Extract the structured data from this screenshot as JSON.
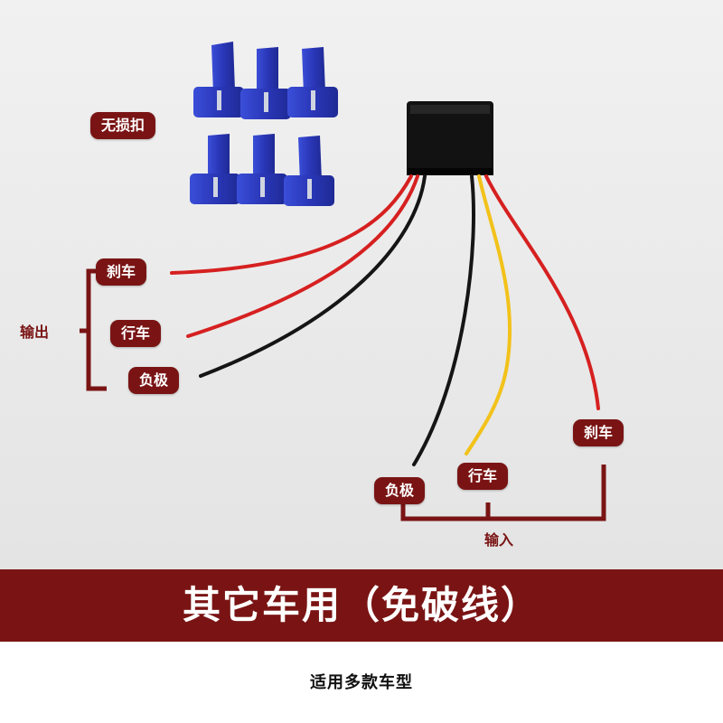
{
  "labels": {
    "lossless_clip": "无损扣",
    "output_group": "输出",
    "output_brake": "刹车",
    "output_drive": "行车",
    "output_negative": "负极",
    "input_negative": "负极",
    "input_drive": "行车",
    "input_brake": "刹车",
    "input_group": "输入"
  },
  "banner": {
    "title": "其它车用（免破线）"
  },
  "caption": {
    "text": "适用多款车型"
  },
  "colors": {
    "accent": "#7a1414",
    "wire_red": "#d62020",
    "wire_black": "#151515",
    "wire_yellow": "#f2c21a",
    "connector_blue": "#2e3fc4",
    "module_black": "#121212"
  }
}
